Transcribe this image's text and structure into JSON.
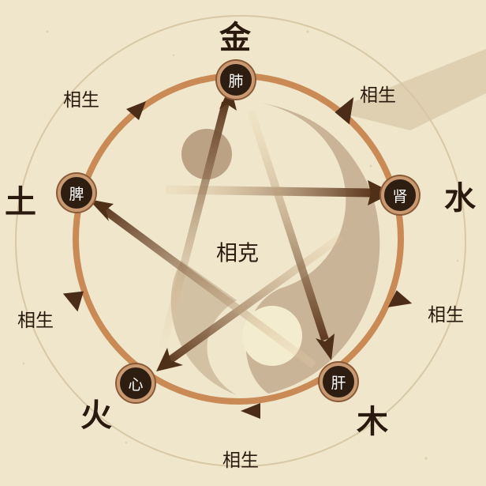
{
  "elements": {
    "metal": "金",
    "water": "水",
    "wood": "木",
    "fire": "火",
    "earth": "土"
  },
  "organs": {
    "lung": "肺",
    "kidney": "肾",
    "liver": "肝",
    "heart": "心",
    "spleen": "脾"
  },
  "relations": {
    "generating": "相生",
    "restraining": "相克"
  },
  "colors": {
    "background": "#efe6cc",
    "ring": "#c98a55",
    "arrow_dark": "#6b4326",
    "organ_fill": "#2e1e12"
  }
}
